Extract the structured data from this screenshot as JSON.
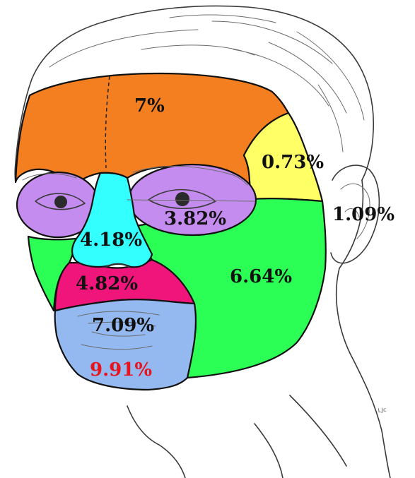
{
  "regions": [
    {
      "id": "forehead",
      "label": "7%",
      "color": "#f47f20",
      "label_color": "#111111"
    },
    {
      "id": "temple",
      "label": "0.73%",
      "color": "#ffff66",
      "label_color": "#111111"
    },
    {
      "id": "ear",
      "label": "1.09%",
      "color": "#ffffff",
      "label_color": "#111111"
    },
    {
      "id": "periorbital",
      "label": "3.82%",
      "color": "#c58cf0",
      "label_color": "#111111"
    },
    {
      "id": "nose",
      "label": "4.18%",
      "color": "#33ffff",
      "label_color": "#111111"
    },
    {
      "id": "cheek",
      "label": "6.64%",
      "color": "#2bff55",
      "label_color": "#111111"
    },
    {
      "id": "upper-lip",
      "label": "4.82%",
      "color": "#f0157a",
      "label_color": "#111111"
    },
    {
      "id": "lips",
      "label": "7.09%",
      "color": "#94b8f0",
      "label_color": "#111111"
    },
    {
      "id": "chin",
      "label": "9.91%",
      "color": "#94b8f0",
      "label_color": "#e8141e"
    }
  ],
  "colors": {
    "outline": "#111111",
    "sketch": "#3a3a3a",
    "background": "#ffffff"
  }
}
